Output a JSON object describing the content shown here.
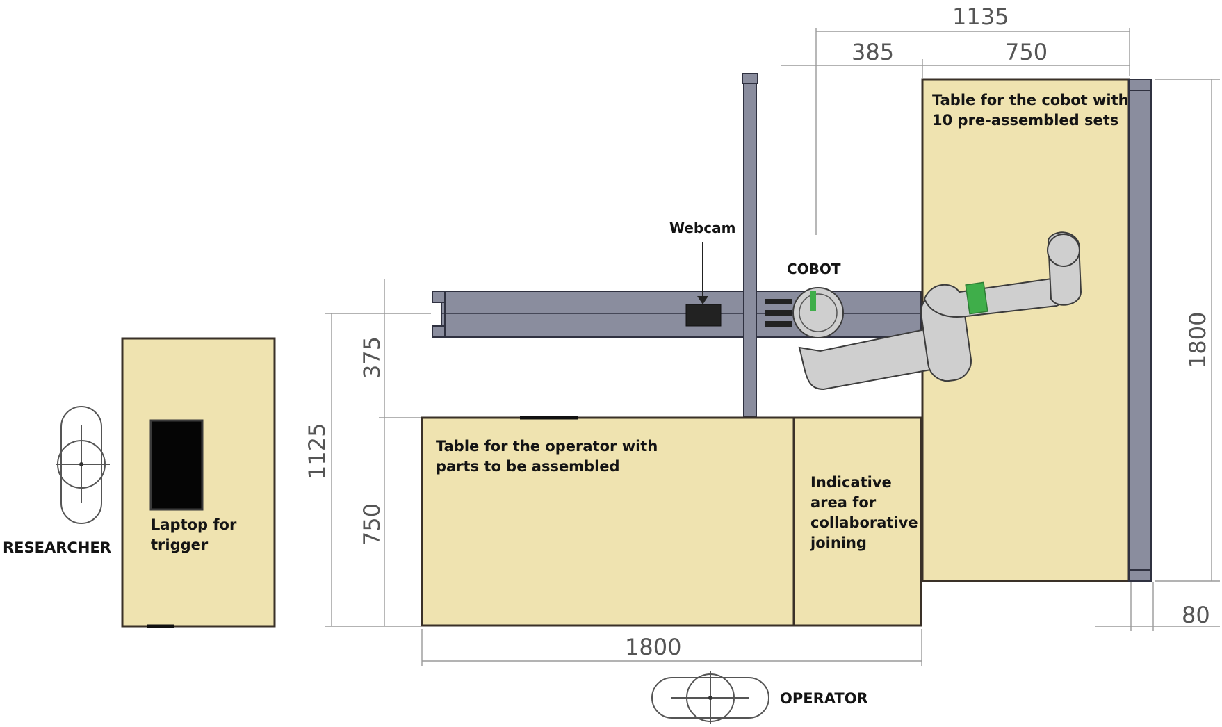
{
  "labels": {
    "webcam": "Webcam",
    "cobot": "COBOT",
    "researcher": "RESEARCHER",
    "operator": "OPERATOR",
    "cobot_table_line1": "Table for the cobot with",
    "cobot_table_line2": "10 pre-assembled sets",
    "operator_table_line1": "Table for the operator with",
    "operator_table_line2": "parts to be assembled",
    "collab_line1": "Indicative",
    "collab_line2": "area for",
    "collab_line3": "collaborative",
    "collab_line4": "joining",
    "laptop_line1": "Laptop for",
    "laptop_line2": "trigger"
  },
  "dimensions": {
    "top_total": "1135",
    "top_left": "385",
    "top_right": "750",
    "right_height": "1800",
    "right_bottom": "80",
    "left_total": "1125",
    "left_top": "375",
    "left_bottom": "750",
    "bottom_width": "1800"
  },
  "colors": {
    "table_fill": "#efe3b0",
    "beam_fill": "#8a8d9e",
    "robot_accent": "#3fae4a"
  }
}
